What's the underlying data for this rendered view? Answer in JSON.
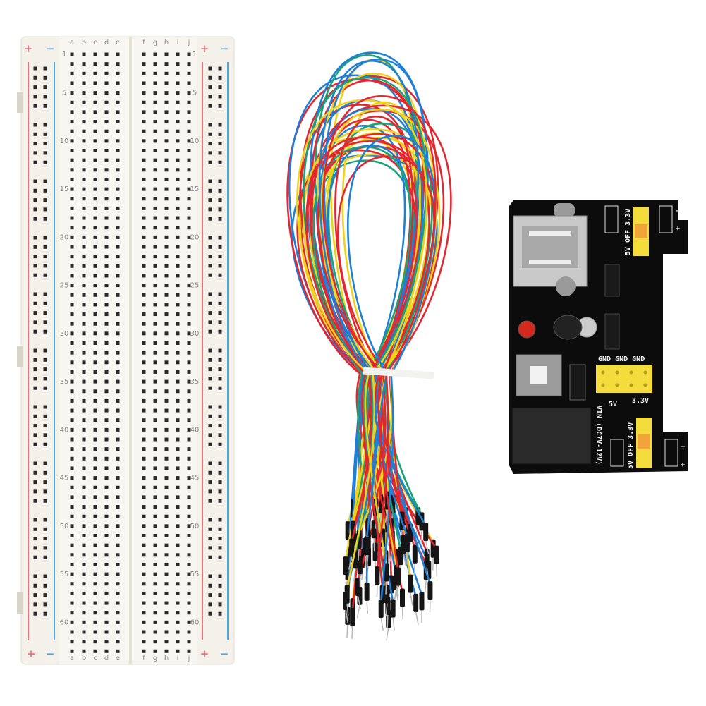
{
  "breadboard": {
    "columns_left": [
      "a",
      "b",
      "c",
      "d",
      "e"
    ],
    "columns_right": [
      "f",
      "g",
      "h",
      "i",
      "j"
    ],
    "row_labels": [
      "1",
      "5",
      "10",
      "15",
      "20",
      "25",
      "30",
      "35",
      "40",
      "45",
      "50",
      "55",
      "60"
    ],
    "plus": "+",
    "minus": "−",
    "colors": {
      "body": "#f4f1ea",
      "red_line": "#e8737a",
      "blue_line": "#4aa8dc",
      "hole": "#2a2a2a"
    }
  },
  "jumper_wires": {
    "colors": [
      "#e3262f",
      "#f1d21a",
      "#1f7fd6",
      "#1aa37a",
      "#e3262f",
      "#f1d21a",
      "#1f7fd6",
      "#e3262f"
    ]
  },
  "power_module": {
    "labels": {
      "top_jumper": "5V OFF 3.3V",
      "bottom_jumper": "5V OFF 3.3V",
      "gnd": "GND GND GND",
      "v5": "5V",
      "v33": "3.3V",
      "vin": "VIN (DC7V-12V)",
      "minus": "−",
      "plus": "+"
    },
    "colors": {
      "pcb": "#0c0c0c",
      "header": "#f3dc3c",
      "jumper": "#f0a43a",
      "led": "#d42a1e"
    }
  }
}
